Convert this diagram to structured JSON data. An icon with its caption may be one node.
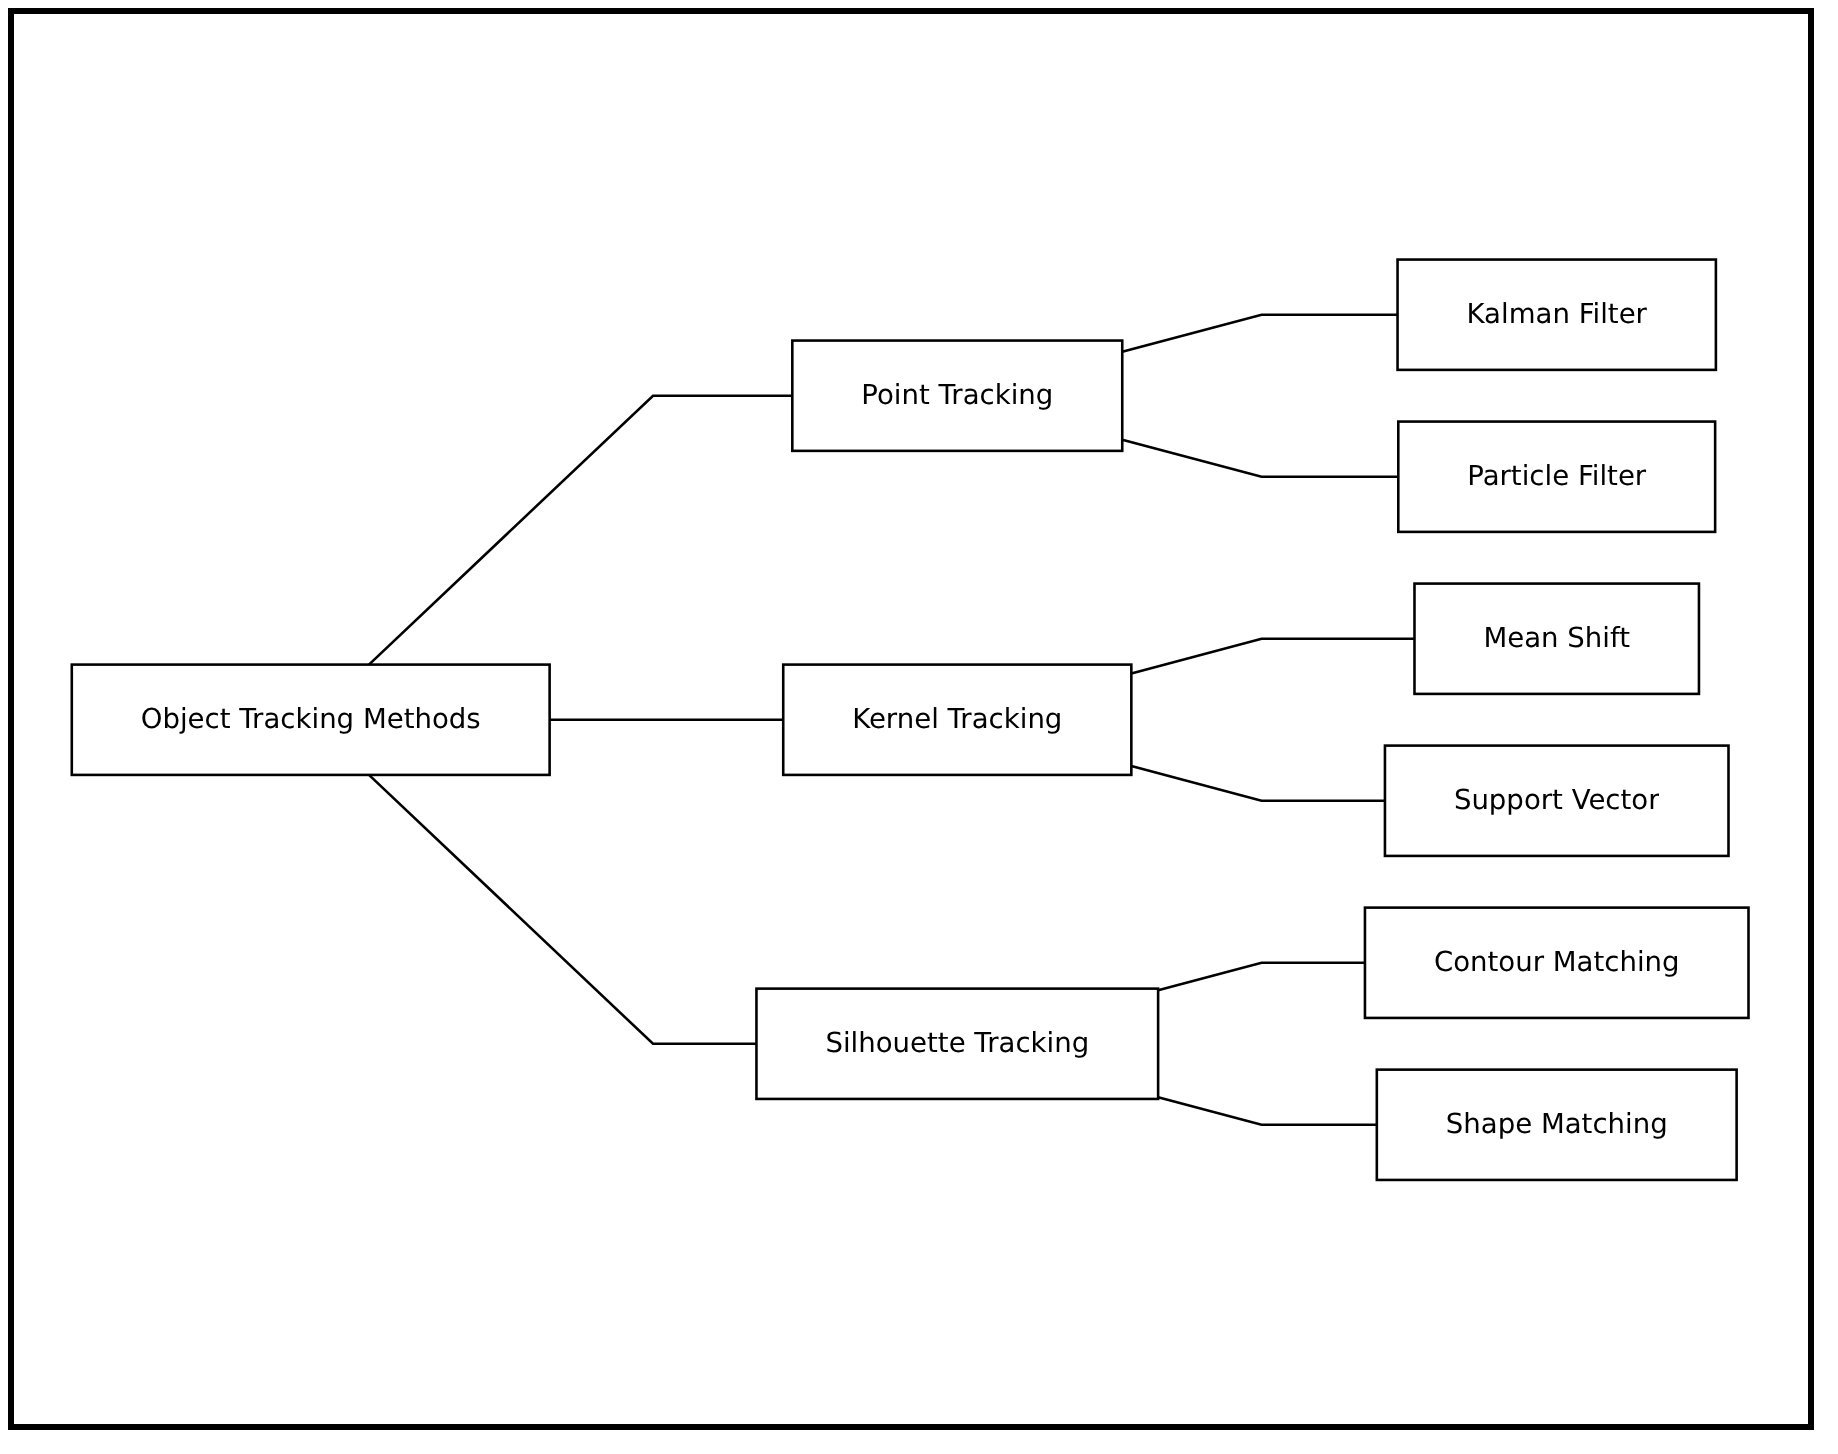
{
  "diagram": {
    "nodes": [
      {
        "text": [
          "Object Tracking Methods"
        ]
      },
      {
        "text": [
          "Point Tracking"
        ]
      },
      {
        "text": [
          "Kernel Tracking"
        ]
      },
      {
        "text": [
          "Silhouette Tracking"
        ]
      },
      {
        "text": [
          "Kalman Filter"
        ]
      },
      {
        "text": [
          "Particle Filter"
        ]
      },
      {
        "text": [
          "Mean Shift"
        ]
      },
      {
        "text": [
          "Support Vector"
        ]
      },
      {
        "text": [
          "Contour Matching"
        ]
      },
      {
        "text": [
          "Shape Matching"
        ]
      }
    ],
    "edges": [
      {
        "from": 0,
        "to": 1,
        "arrow": "none"
      },
      {
        "from": 0,
        "to": 2,
        "arrow": "none"
      },
      {
        "from": 0,
        "to": 3,
        "arrow": "none"
      },
      {
        "from": 1,
        "to": 4,
        "arrow": "none"
      },
      {
        "from": 1,
        "to": 5,
        "arrow": "none"
      },
      {
        "from": 2,
        "to": 6,
        "arrow": "none"
      },
      {
        "from": 2,
        "to": 7,
        "arrow": "none"
      },
      {
        "from": 3,
        "to": 8,
        "arrow": "none"
      },
      {
        "from": 3,
        "to": 9,
        "arrow": "none"
      }
    ]
  }
}
